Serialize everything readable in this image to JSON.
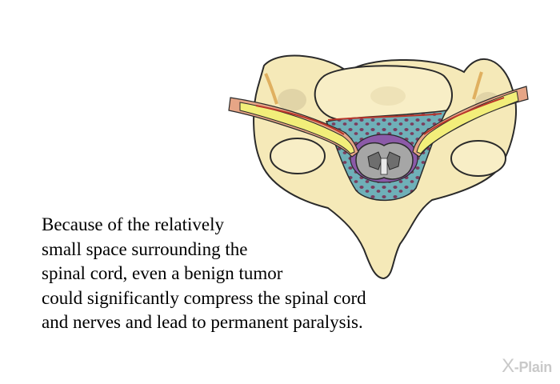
{
  "caption": {
    "lines": [
      "Because of the relatively",
      "small space surrounding the",
      "spinal cord, even a benign tumor",
      "could significantly compress the spinal cord",
      "and nerves and lead to permanent paralysis."
    ]
  },
  "logo": {
    "mark": "X",
    "text": "-Plain"
  },
  "colors": {
    "bone": "#f5e9b8",
    "bone_outline": "#2a2a2a",
    "nerve": "#f2ee7a",
    "nerve_sheath": "#e6a586",
    "vessel": "#b9352a",
    "tumor": "#6fb0b8",
    "dura": "#8b5aa8",
    "cord": "#9a9a9a"
  }
}
